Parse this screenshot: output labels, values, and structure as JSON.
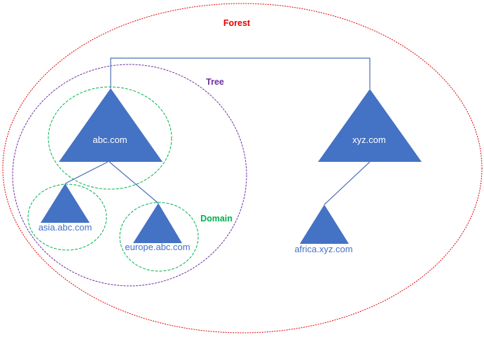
{
  "labels": {
    "forest": "Forest",
    "tree": "Tree",
    "domain": "Domain"
  },
  "nodes": {
    "abc": "abc.com",
    "asia": "asia.abc.com",
    "europe": "europe.abc.com",
    "xyz": "xyz.com",
    "africa": "africa.xyz.com"
  },
  "colors": {
    "triangle": "#4472C4",
    "connector": "#4A6FB5",
    "forest": "#E00000",
    "tree": "#7030A0",
    "domain": "#00B050"
  }
}
